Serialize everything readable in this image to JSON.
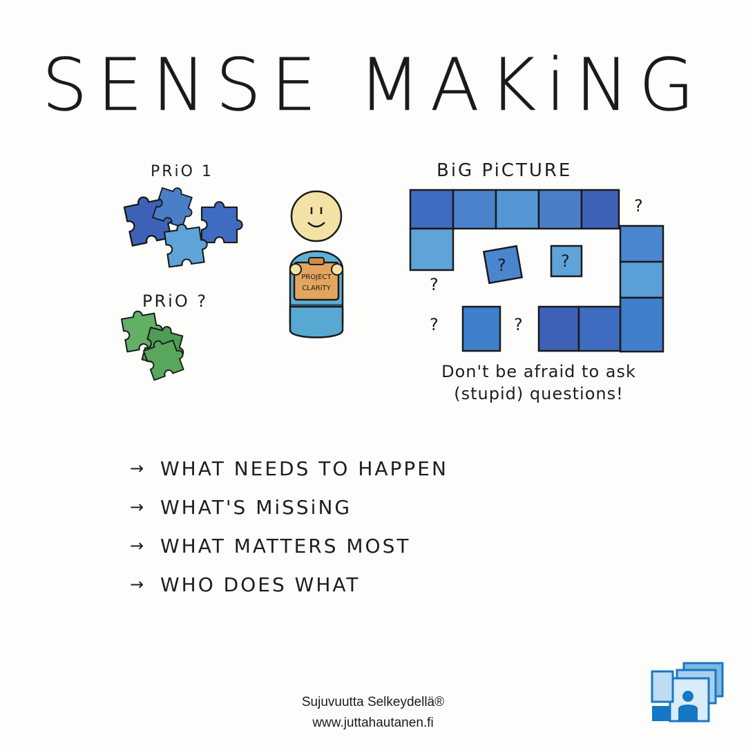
{
  "title": "SENSE MAKiNG",
  "labels": {
    "prio1": "PRiO 1",
    "prio_unknown": "PRiO ?",
    "big_picture": "BiG PiCTURE",
    "clipboard_line1": "PROJECT",
    "clipboard_line2": "CLARiTY"
  },
  "note": {
    "line1": "Don't be afraid to ask",
    "line2": "(stupid) questions!"
  },
  "list": [
    {
      "arrow": "→",
      "text": "WHAT NEEDS TO HAPPEN"
    },
    {
      "arrow": "→",
      "text": "WHAT'S MiSSiNG"
    },
    {
      "arrow": "→",
      "text": "WHAT MATTERS MOST"
    },
    {
      "arrow": "→",
      "text": "WHO DOES WHAT"
    }
  ],
  "footer": {
    "brand": "Sujuvuutta Selkeydellä®",
    "url": "www.juttahautanen.fi"
  },
  "colors": {
    "blue_dark": "#3d62b8",
    "blue_mid": "#4a86cf",
    "blue_light": "#63a9dc",
    "green": "#5faa5f",
    "skin": "#f3e2a6",
    "body": "#5fb0d8",
    "clipboard": "#e3a55e",
    "logo_blue": "#1677c5",
    "logo_light": "#7fb7df"
  }
}
